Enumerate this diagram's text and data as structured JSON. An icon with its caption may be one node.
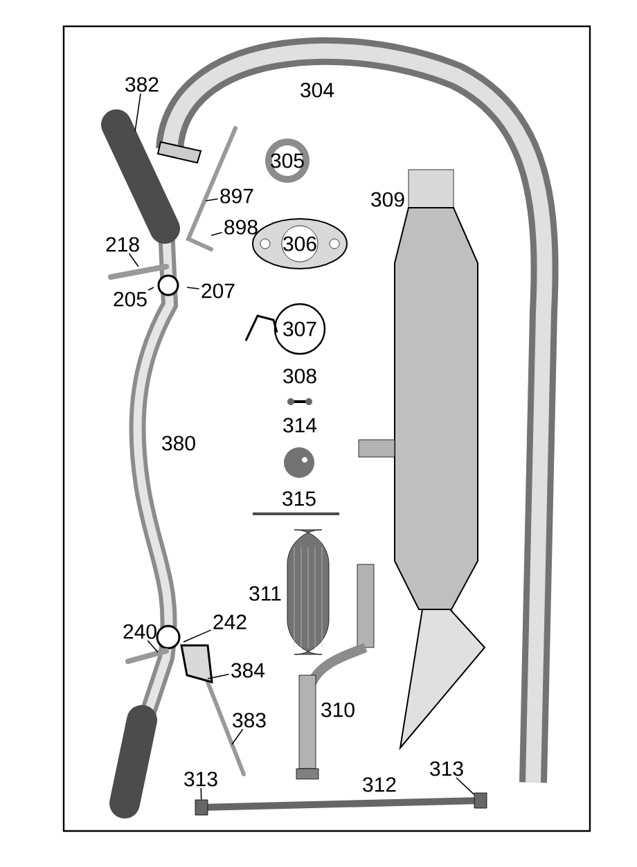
{
  "diagram": {
    "nodes": [
      {
        "text": [
          "382"
        ]
      },
      {
        "text": [
          "897"
        ]
      },
      {
        "text": [
          "898"
        ]
      },
      {
        "text": [
          "218"
        ]
      },
      {
        "text": [
          "205"
        ]
      },
      {
        "text": [
          "207"
        ]
      },
      {
        "text": [
          "242"
        ]
      },
      {
        "text": [
          "240"
        ]
      },
      {
        "text": [
          "384"
        ]
      },
      {
        "text": [
          "383"
        ]
      },
      {
        "text": [
          "313"
        ]
      },
      {
        "text": [
          "313"
        ]
      },
      {
        "text": [],
        "shape": "box"
      },
      {
        "text": [],
        "shape": "box"
      }
    ],
    "edges": [
      {
        "from": 0,
        "to": null,
        "arrow": "none"
      },
      {
        "from": 1,
        "to": null,
        "arrow": "none"
      },
      {
        "from": 2,
        "to": null,
        "arrow": "none"
      },
      {
        "from": 3,
        "to": null,
        "arrow": "none"
      },
      {
        "from": 4,
        "to": null,
        "arrow": "none"
      },
      {
        "from": 5,
        "to": null,
        "arrow": "none"
      },
      {
        "from": 6,
        "to": null,
        "arrow": "none"
      },
      {
        "from": 7,
        "to": null,
        "arrow": "none"
      },
      {
        "from": 8,
        "to": null,
        "arrow": "none"
      },
      {
        "from": 9,
        "to": null,
        "arrow": "none"
      },
      {
        "from": 10,
        "to": 12,
        "arrow": "none"
      },
      {
        "from": 11,
        "to": 13,
        "arrow": "none"
      }
    ],
    "labels": [
      "304",
      "305",
      "309",
      "306",
      "307",
      "308",
      "314",
      "380",
      "315",
      "311",
      "310",
      "312"
    ]
  }
}
